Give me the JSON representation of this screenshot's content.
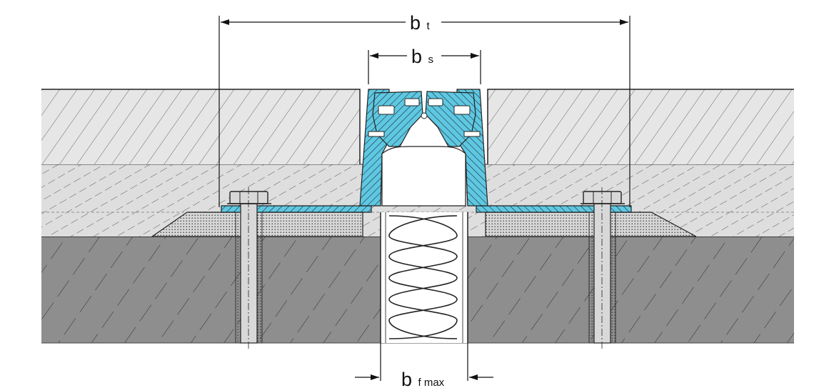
{
  "diagram": {
    "labels": {
      "bt": {
        "main": "b",
        "sub": "t"
      },
      "bs": {
        "main": "b",
        "sub": "s"
      },
      "bf": {
        "main": "b",
        "sub": "f max"
      }
    },
    "colors": {
      "profile": "#5ec8e3",
      "insulation": "#dedede",
      "bedding": "#d6d6d6",
      "substrate": "#8e8e8e",
      "outline": "#222222",
      "bolt": "#d8d8d8"
    }
  }
}
